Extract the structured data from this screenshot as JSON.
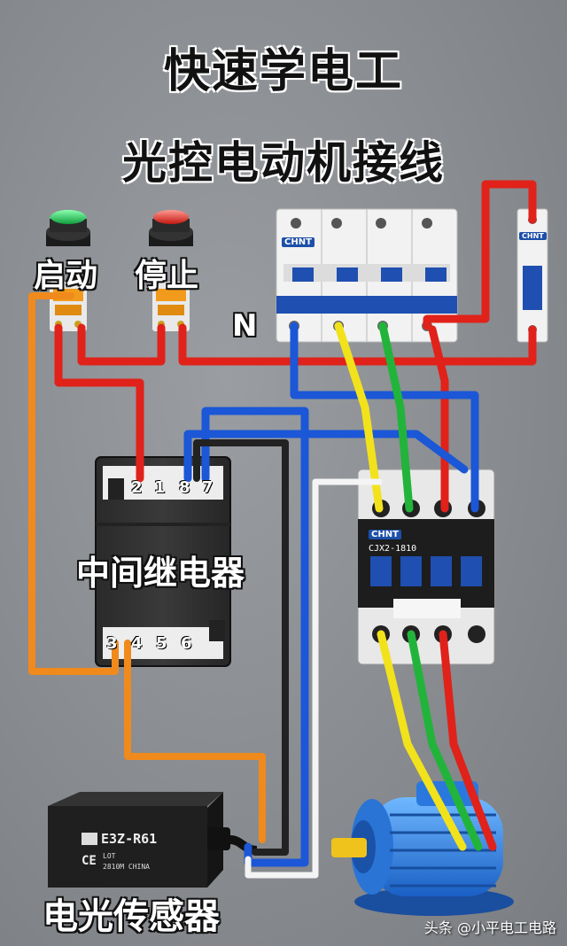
{
  "title": "快速学电工",
  "subtitle": "光控电动机接线",
  "labels": {
    "start_button": "启动",
    "stop_button": "停止",
    "neutral": "N",
    "relay": "中间继电器",
    "sensor": "电光传感器"
  },
  "relay_pins_top": [
    "2",
    "1",
    "8",
    "7"
  ],
  "relay_pins_bottom": [
    "3",
    "4",
    "5",
    "6"
  ],
  "breaker_brand": "CHNT",
  "small_breaker_brand": "CHNT",
  "contactor_brand": "CHNT",
  "contactor_model": "CJX2-1810",
  "sensor_model": "E3Z-R61",
  "sensor_lot": "LOT",
  "sensor_lot_line2": "2810M CHINA",
  "sensor_ce": "CE",
  "watermark": "头条 @小平电工电路",
  "colors": {
    "wire_red": "#e0221a",
    "wire_blue": "#1b57d6",
    "wire_yellow": "#f2e21b",
    "wire_green": "#22b43a",
    "wire_orange": "#f08a1c",
    "wire_white": "#f4f4f4",
    "wire_black": "#222222",
    "button_green": "#1fd25a",
    "button_red": "#f0302a",
    "motor_blue": "#2f86e6"
  }
}
